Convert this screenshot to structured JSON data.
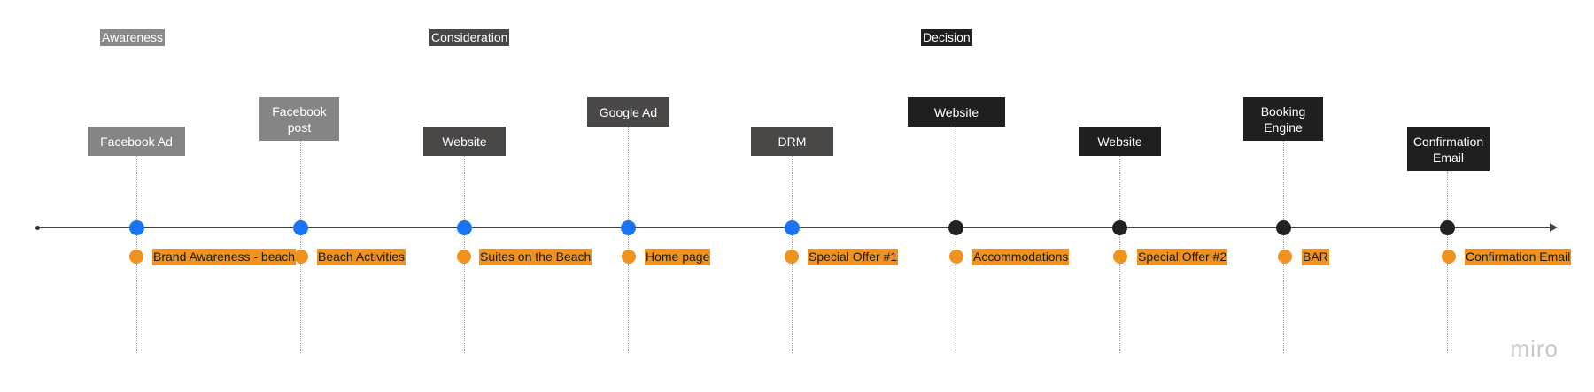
{
  "stages": [
    {
      "label": "Awareness",
      "color": "#8a8a8a"
    },
    {
      "label": "Consideration",
      "color": "#4a4747"
    },
    {
      "label": "Decision",
      "color": "#1f1f1f"
    }
  ],
  "touchpoints": [
    {
      "channel": "Facebook Ad",
      "content": "Brand Awareness - beach",
      "card_color": "#858585",
      "node_color": "#1a73f0"
    },
    {
      "channel": "Facebook\npost",
      "content": "Beach Activities",
      "card_color": "#858585",
      "node_color": "#1a73f0"
    },
    {
      "channel": "Website",
      "content": "Suites on the Beach",
      "card_color": "#4a4747",
      "node_color": "#1a73f0"
    },
    {
      "channel": "Google Ad",
      "content": "Home page",
      "card_color": "#4a4747",
      "node_color": "#1a73f0"
    },
    {
      "channel": "DRM",
      "content": "Special Offer #1",
      "card_color": "#4a4747",
      "node_color": "#1a73f0"
    },
    {
      "channel": "Website",
      "content": "Accommodations",
      "card_color": "#1f1f1f",
      "node_color": "#222222"
    },
    {
      "channel": "Website",
      "content": "Special Offer #2",
      "card_color": "#1f1f1f",
      "node_color": "#222222"
    },
    {
      "channel": "Booking\nEngine",
      "content": "BAR",
      "card_color": "#1f1f1f",
      "node_color": "#222222"
    },
    {
      "channel": "Confirmation\nEmail",
      "content": "Confirmation Email",
      "card_color": "#1f1f1f",
      "node_color": "#222222"
    }
  ],
  "accent_color": "#f0921e",
  "watermark": "miro"
}
